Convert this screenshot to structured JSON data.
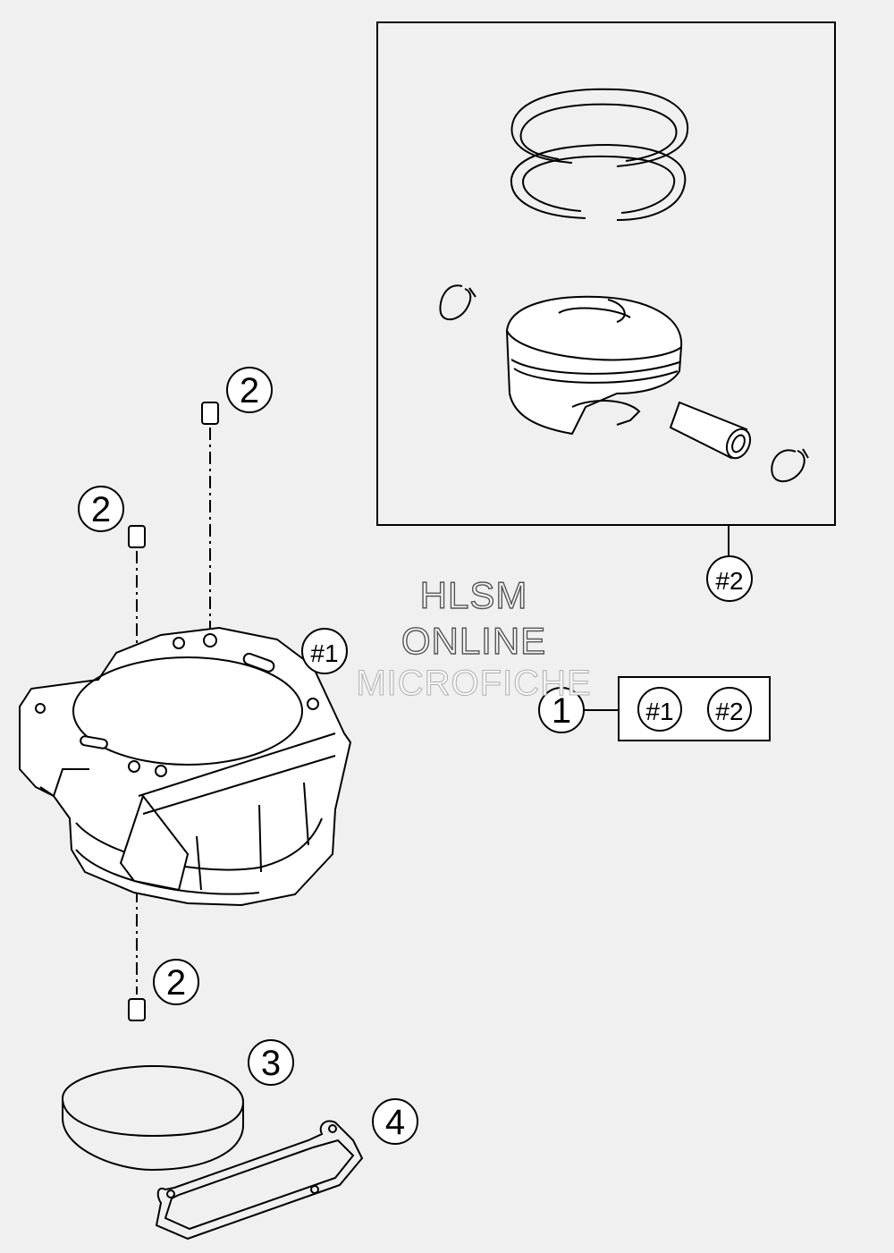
{
  "watermark": {
    "line1": "HLSM",
    "line2": "ONLINE",
    "line3": "MICROFICHE"
  },
  "callouts": {
    "dowel_top": "2",
    "dowel_left": "2",
    "dowel_bottom": "2",
    "o_ring": "3",
    "gasket": "4",
    "cylinder": "#1",
    "piston_kit": "#2",
    "assembly": "1",
    "assembly_ref_1": "#1",
    "assembly_ref_2": "#2"
  },
  "colors": {
    "background": "#f0f0f0",
    "line": "#000000",
    "watermark_outline": "#555555"
  }
}
